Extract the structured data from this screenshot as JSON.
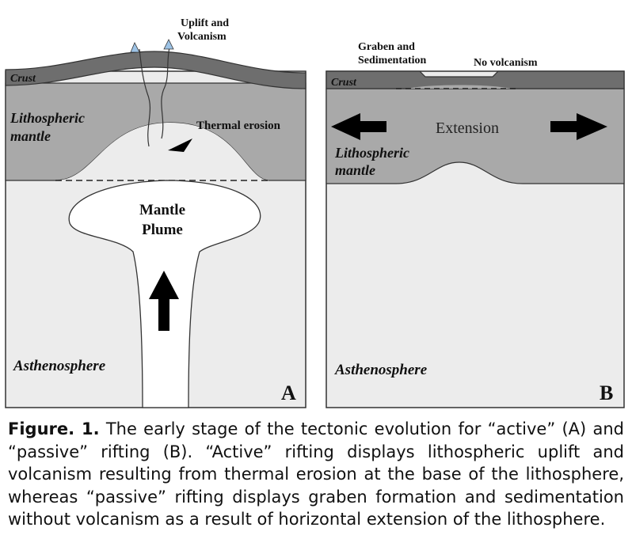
{
  "panel_a": {
    "labels": {
      "uplift": [
        "Uplift and",
        "Volcanism"
      ],
      "crust": "Crust",
      "lithospheric_mantle": [
        "Lithospheric",
        "mantle"
      ],
      "thermal_erosion": "Thermal erosion",
      "mantle_plume": [
        "Mantle",
        "Plume"
      ],
      "asthenosphere": "Asthenosphere",
      "panel_letter": "A"
    }
  },
  "panel_b": {
    "labels": {
      "graben": [
        "Graben and",
        "Sedimentation"
      ],
      "no_volcanism": "No volcanism",
      "crust": "Crust",
      "extension": "Extension",
      "lithospheric_mantle": [
        "Lithospheric",
        "mantle"
      ],
      "asthenosphere": "Asthenosphere",
      "panel_letter": "B"
    }
  },
  "colors": {
    "crust": "#6e6e6e",
    "lithosphere": "#a9a9a9",
    "asthenosphere": "#ececec",
    "plume": "#ffffff",
    "outline": "#333333",
    "arrow": "#000000",
    "volcano": "#9dc3e6"
  },
  "caption": {
    "prefix": "Figure. 1.",
    "text": " The early stage of the tectonic evolution for “active” (A) and “passive” rifting (B). “Active” rifting displays lithospheric uplift and volcanism resulting from thermal erosion at the base of the lithosphere, whereas “passive” rifting displays graben formation and sedimentation without volcanism as a result of horizontal extension of the lithosphere."
  }
}
